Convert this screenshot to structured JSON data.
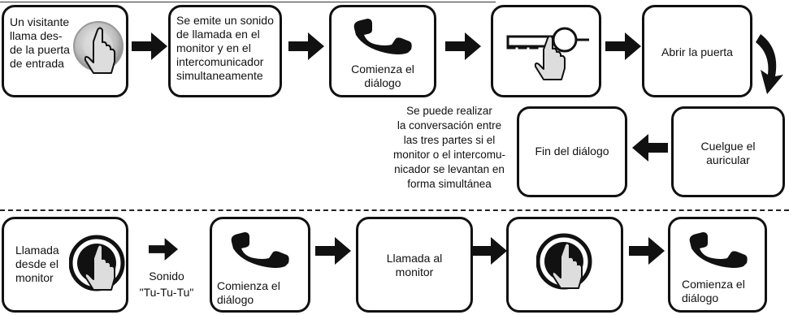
{
  "top_row": {
    "b1_text": "Un visitante\nllama des-\nde la puerta\nde entrada",
    "b2_text": "Se emite un sonido\nde llamada en el\nmonitor y en el\nintercomunicador\nsimultaneamente",
    "b3_text": "Comienza el\ndiálogo",
    "b5_text": "Abrir la puerta"
  },
  "middle_row": {
    "note_text": "Se puede realizar\nla conversación entre\nlas tres partes si el\nmonitor o el intercomu-\nnicador se levantan en\nforma simultánea",
    "end_text": "Fin del diálogo",
    "hangup_text": "Cuelgue el\nauricular"
  },
  "bottom_row": {
    "b1_text": "Llamada\ndesde el\nmonitor",
    "sound_text": "Sonido\n\"Tu-Tu-Tu\"",
    "b2_text": "Comienza el\ndiálogo",
    "b3_text": "Llamada al\nmonitor",
    "b5_text": "Comienza el\ndiálogo"
  }
}
